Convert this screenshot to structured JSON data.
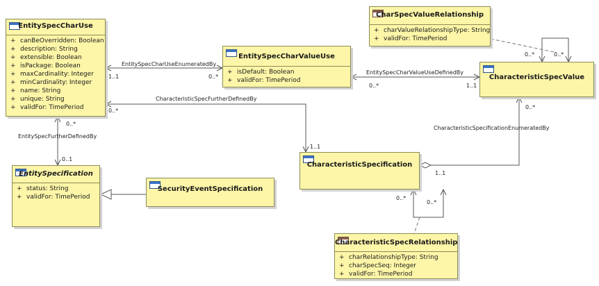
{
  "classes": {
    "entity_spec_char_use": {
      "name": "EntitySpecCharUse",
      "attributes": [
        {
          "vis": "+",
          "text": "canBeOverridden: Boolean"
        },
        {
          "vis": "+",
          "text": "description: String"
        },
        {
          "vis": "+",
          "text": "extensible: Boolean"
        },
        {
          "vis": "+",
          "text": "isPackage: Boolean"
        },
        {
          "vis": "+",
          "text": "maxCardinality: Integer"
        },
        {
          "vis": "+",
          "text": "minCardinality: Integer"
        },
        {
          "vis": "+",
          "text": "name: String"
        },
        {
          "vis": "+",
          "text": "unique: String"
        },
        {
          "vis": "+",
          "text": "validFor: TimePeriod"
        }
      ]
    },
    "entity_spec_char_value_use": {
      "name": "EntitySpecCharValueUse",
      "attributes": [
        {
          "vis": "+",
          "text": "isDefault: Boolean"
        },
        {
          "vis": "+",
          "text": "validFor: TimePeriod"
        }
      ]
    },
    "char_spec_value_relationship": {
      "name": "CharSpecValueRelationship",
      "attributes": [
        {
          "vis": "+",
          "text": "charValueRelationshipType: String"
        },
        {
          "vis": "+",
          "text": "validFor: TimePeriod"
        }
      ]
    },
    "characteristic_spec_value": {
      "name": "CharacteristicSpecValue",
      "attributes": []
    },
    "entity_specification": {
      "name": "EntitySpecification",
      "attributes": [
        {
          "vis": "+",
          "text": "status: String"
        },
        {
          "vis": "+",
          "text": "validFor: TimePeriod"
        }
      ]
    },
    "security_event_specification": {
      "name": "SecurityEventSpecification",
      "attributes": []
    },
    "characteristic_specification": {
      "name": "CharacteristicSpecification",
      "attributes": []
    },
    "characteristic_spec_relationship": {
      "name": "CharacteristicSpecRelationship",
      "attributes": [
        {
          "vis": "+",
          "text": "charRelationshipType: String"
        },
        {
          "vis": "+",
          "text": "charSpecSeq: Integer"
        },
        {
          "vis": "+",
          "text": "validFor: TimePeriod"
        }
      ]
    }
  },
  "associations": {
    "entity_spec_char_use_enumerated_by": {
      "name": "EntitySpecCharUseEnumeratedBy",
      "end_a": "1..1",
      "end_b": "0..*"
    },
    "char_spec_char_value_use_defined_by": {
      "name": "EntitySpecCharValueUseDefinedBy",
      "end_a": "0..*",
      "end_b": "1..1"
    },
    "characteristic_spec_further_defined_by": {
      "name": "CharacteristicSpecFurtherDefinedBy",
      "end_a": "0..*",
      "end_b": "1..1"
    },
    "entity_spec_further_defined_by": {
      "name": "EntitySpecFurtherDefinedBy",
      "end_a": "0..*",
      "end_b": "0..1"
    },
    "characteristic_specification_enumerated_by": {
      "name": "CharacteristicSpecificationEnumeratedBy",
      "end_a": "0..*",
      "end_b": "1..1"
    },
    "char_spec_value_self_left": "0..*",
    "char_spec_value_self_right": "0..*",
    "char_spec_self_left": "0..*",
    "char_spec_self_right": "0..*"
  }
}
